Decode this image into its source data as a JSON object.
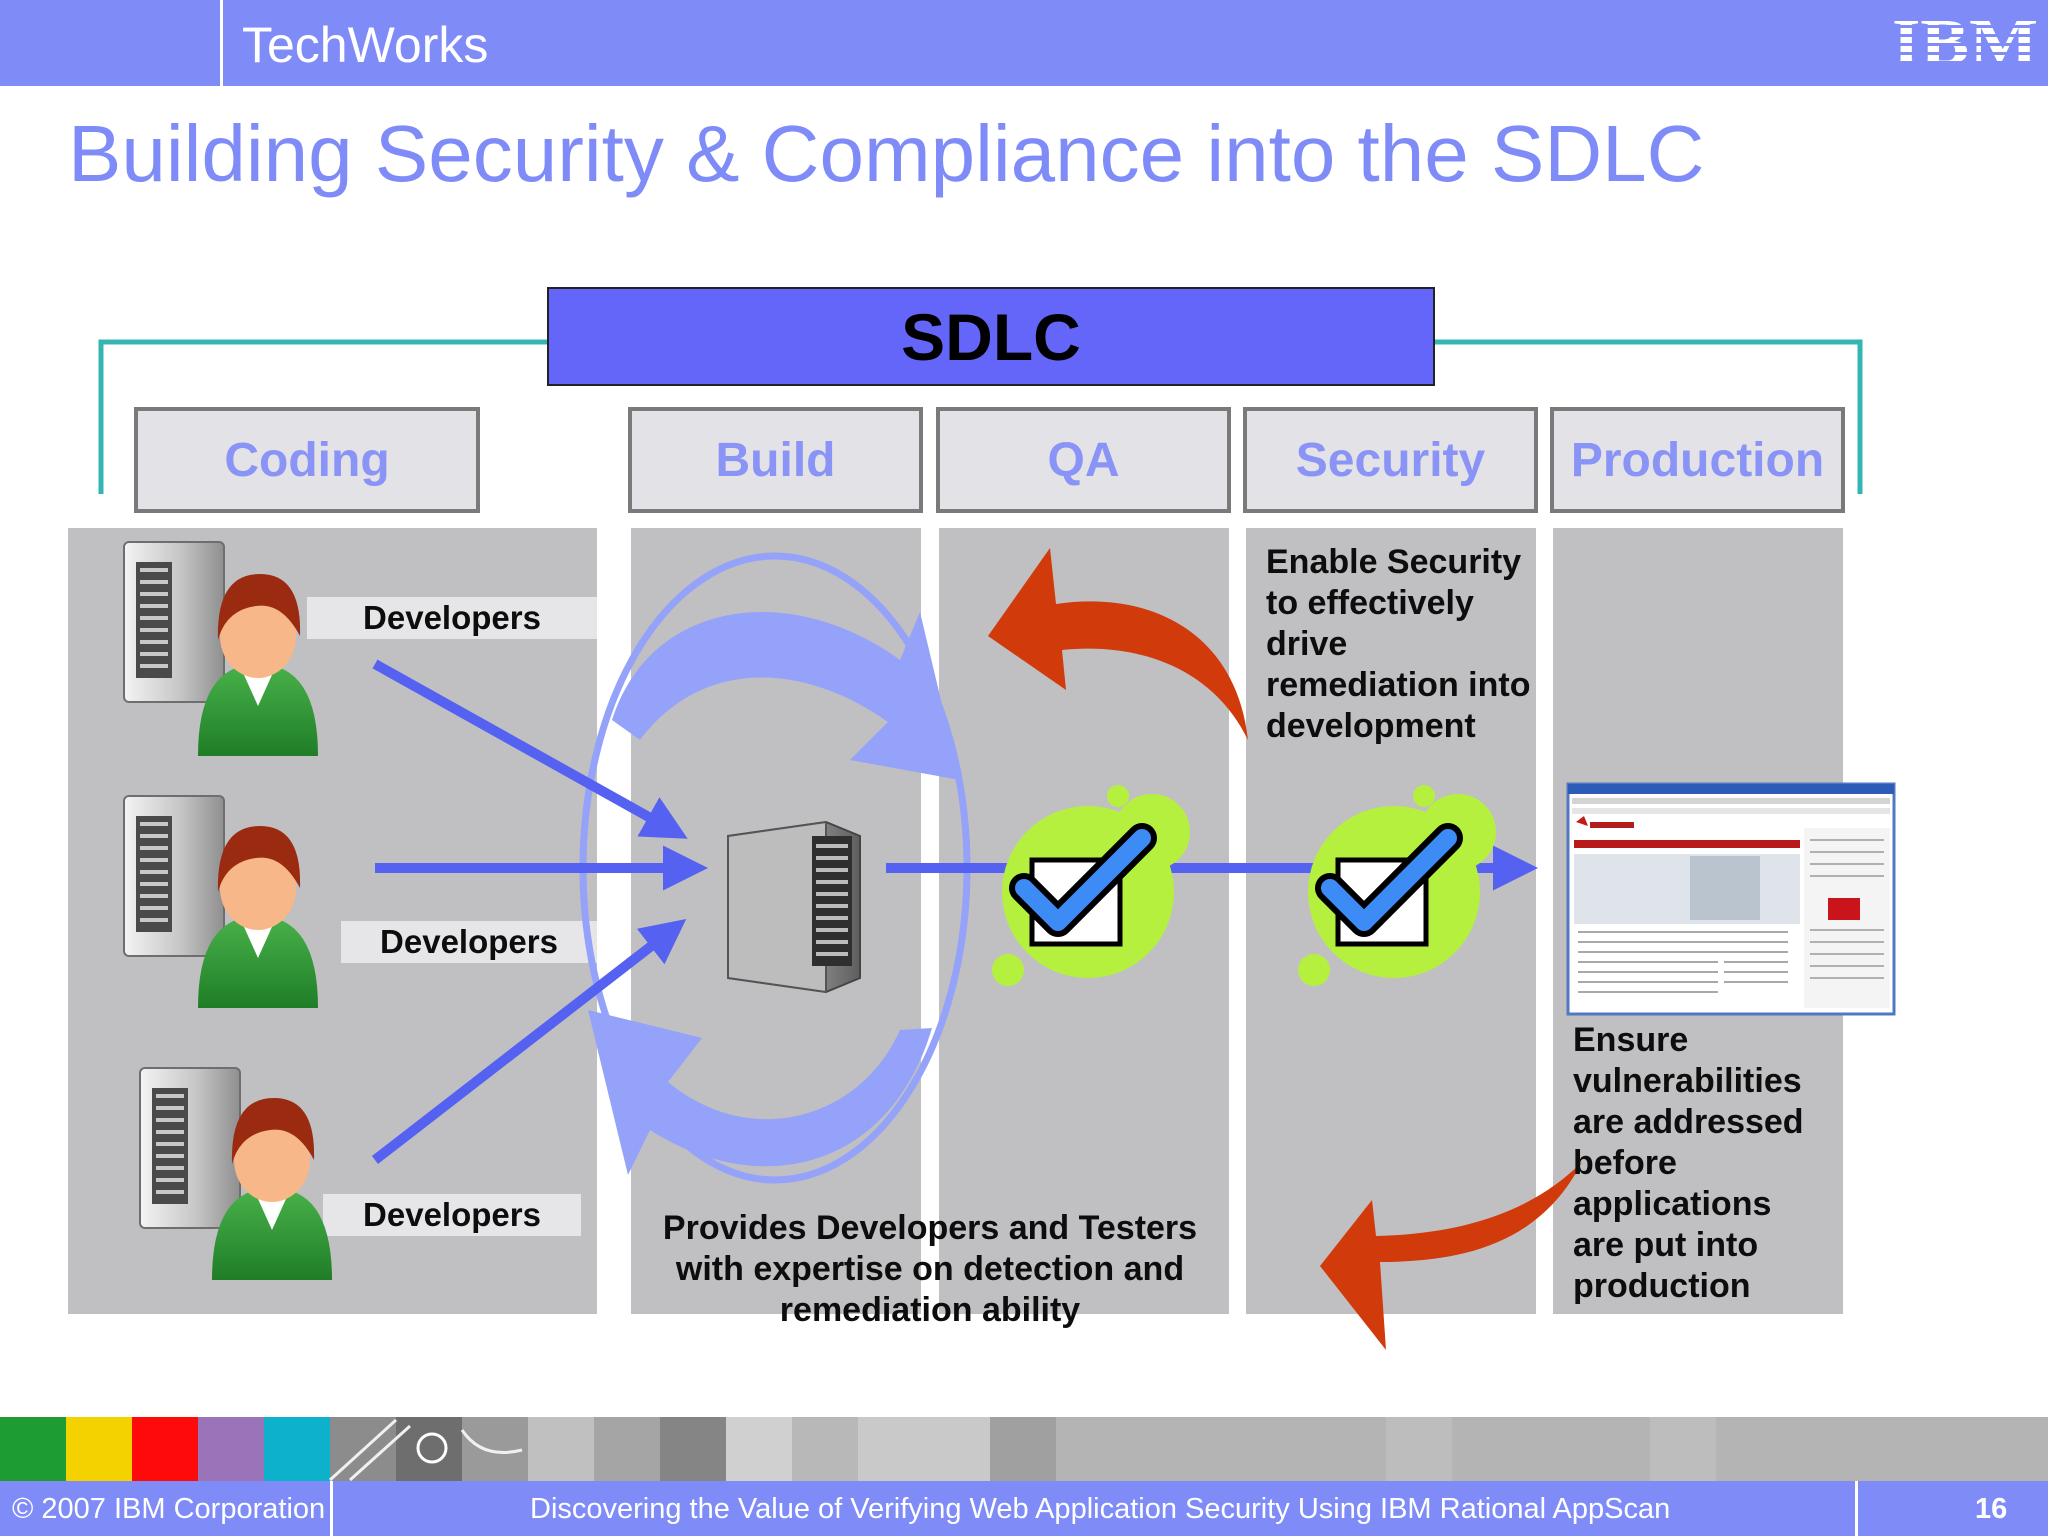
{
  "header": {
    "brand": "TechWorks",
    "logo_text": "IBM"
  },
  "slide": {
    "title": "Building Security & Compliance into the SDLC"
  },
  "diagram": {
    "sdlc_label": "SDLC",
    "phases": [
      {
        "id": "coding",
        "label": "Coding"
      },
      {
        "id": "build",
        "label": "Build"
      },
      {
        "id": "qa",
        "label": "QA"
      },
      {
        "id": "security",
        "label": "Security"
      },
      {
        "id": "production",
        "label": "Production"
      }
    ],
    "developers": [
      "Developers",
      "Developers",
      "Developers"
    ],
    "security_note": [
      "Enable Security",
      "to effectively",
      "drive",
      "remediation into",
      "development"
    ],
    "production_note": [
      "Ensure",
      "vulnerabilities",
      "are addressed",
      "before",
      "applications",
      "are put into",
      "production"
    ],
    "build_note": [
      "Provides Developers and Testers",
      "with expertise on detection and",
      "remediation ability"
    ],
    "colors": {
      "accent": "#7f8cf8",
      "sdlc_box": "#6466fa",
      "bracket": "#35b5b2",
      "flow_arrow": "#5561f0",
      "cycle": "#95a2fa",
      "feedback_arrow": "#d13b0b",
      "check_badge": "#b6f03f",
      "panel": "#c0bfc2"
    }
  },
  "footer": {
    "copyright": "© 2007 IBM Corporation",
    "caption": "Discovering the Value of Verifying Web Application Security Using IBM Rational AppScan",
    "page_number": "16"
  }
}
